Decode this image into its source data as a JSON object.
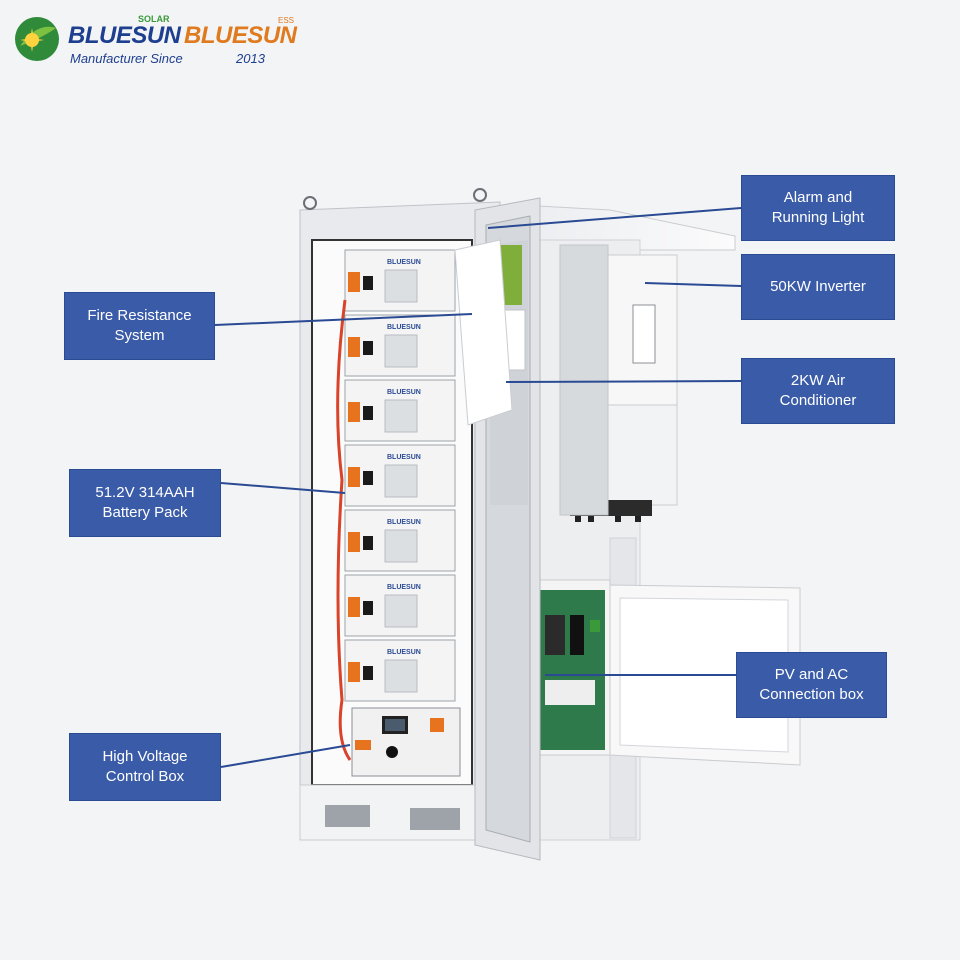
{
  "logo": {
    "brand_primary": "BLUESUN",
    "brand_primary_sup": "SOLAR",
    "brand_secondary": "BLUESUN",
    "brand_secondary_sup": "ESS",
    "tagline": "Manufacturer Since",
    "year": "2013"
  },
  "callouts": [
    {
      "id": "alarm",
      "text": "Alarm and\nRunning Light"
    },
    {
      "id": "inverter",
      "text": "50KW Inverter"
    },
    {
      "id": "air",
      "text": "2KW Air\nConditioner"
    },
    {
      "id": "pv",
      "text": "PV and AC\nConnection box"
    },
    {
      "id": "fire",
      "text": "Fire Resistance\nSystem"
    },
    {
      "id": "battery",
      "text": "51.2V 314AAH\nBattery Pack"
    },
    {
      "id": "hv",
      "text": "High Voltage\nControl Box"
    }
  ],
  "battery_module_label": "BLUESUN",
  "colors": {
    "callout_bg": "#3a5ba8",
    "callout_line": "#2a4a94",
    "brand_blue": "#1e3f8f",
    "brand_orange": "#e07a1f",
    "cable_orange": "#e8731f",
    "cable_red": "#d9432a"
  }
}
